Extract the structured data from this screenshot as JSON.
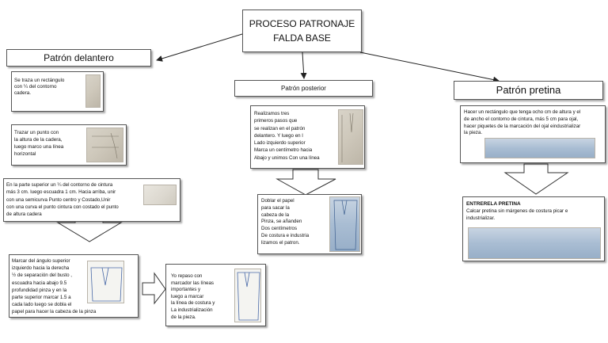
{
  "main_title": {
    "line1": "PROCESO PATRONAJE",
    "line2": "FALDA BASE"
  },
  "sections": {
    "delantero": "Patrón delantero",
    "posterior": "Patrón posterior",
    "pretina": "Patrón pretina"
  },
  "delantero_steps": {
    "step1": "Se traza un rectángulo\ncon ¼ del contorno\ncadera.",
    "step2": "Trazar un punto con\nla altura de la cadera,\nluego marco una línea\nhorizontal",
    "step3": "En la parte superior  un ¼ del contorno de cintura\n más 3 cm. luego escuadra 1 cm. Hacia arriba, unir\ncon una semicurva Punto centro y Costado,Unir\ncon una curva el punto cintura con costado el punto\nde altura cadera",
    "step4": "Marcar del ángulo superior\nizquierdo hacia la derecha\n½ de separación del busto ,\n escuadra hacia abajo 9.5\nprofundidad pinza y en la\nparte superior marcar 1.5 a\ncada lado luego se dobla el\npapel para hacer la cabeza de la pinza",
    "step5": "Yo repaso con\nmarcador las líneas\nimportantes y\nluego a  marcar\nla línea de costura y\n La industrialización\nde la pieza."
  },
  "posterior_steps": {
    "step1": "Realizamos tres\n primeros pasos que\n se realizan en el patrón\n delantero. Y  luego en l\nLado izquierdo superior\nMarca un centímetro hacia\nAbajo y unimos Con una línea",
    "step2": "Doblar el  papel\npara sacar la\n cabeza de la\nPinza, se añanden\nDos centímetros\nDe costura e industria\nlizamos el patron."
  },
  "pretina_steps": {
    "step1": "Hacer un rectángulo que tenga ocho cm de altura y el\nde ancho el contorno de cintura, más 5 cm para ojal,\nhacer piquetes de la marcación del ojal eindustrializar\nla pieza.",
    "step2_title": "ENTRERELA PRETINA",
    "step2": "Calcar pretina sin márgenes de costura picar e\nindustrializar."
  }
}
